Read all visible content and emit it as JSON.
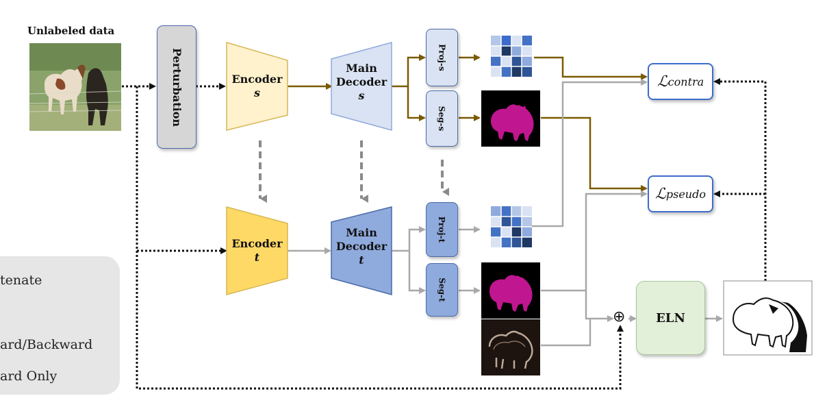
{
  "input": {
    "label": "Unlabeled data"
  },
  "perturbation": {
    "label": "Perturbation"
  },
  "student": {
    "encoder_label": "Encoder",
    "encoder_sub": "s",
    "decoder_label1": "Main",
    "decoder_label2": "Decoder",
    "decoder_sub": "s",
    "proj_label": "Proj-s",
    "seg_label": "Seg-s"
  },
  "teacher": {
    "encoder_label": "Encoder",
    "encoder_sub": "t",
    "decoder_label1": "Main",
    "decoder_label2": "Decoder",
    "decoder_sub": "t",
    "proj_label": "Proj-t",
    "seg_label": "Seg-t"
  },
  "losses": {
    "contra_symbol": "ℒ",
    "contra_sub": "contra",
    "pseudo_symbol": "ℒ",
    "pseudo_sub": "pseudo"
  },
  "eln": {
    "label": "ELN"
  },
  "concat_symbol": "⊕",
  "legend": {
    "items": [
      "tenate",
      "ard/Backward",
      "ard Only"
    ]
  },
  "colors": {
    "student_path": "#7a5a00",
    "teacher_path": "#a8a8a8",
    "encoder_s": "#fff2cc",
    "encoder_t": "#ffd966",
    "decoder_s": "#dae3f3",
    "decoder_t": "#8faadc",
    "eln": "#e2efd9",
    "loss_border": "#3d6ccc"
  },
  "icons": [
    "heatmap-grid-icon",
    "segmentation-mask-image",
    "uncertainty-map-image",
    "error-map-image",
    "horse-photo"
  ]
}
